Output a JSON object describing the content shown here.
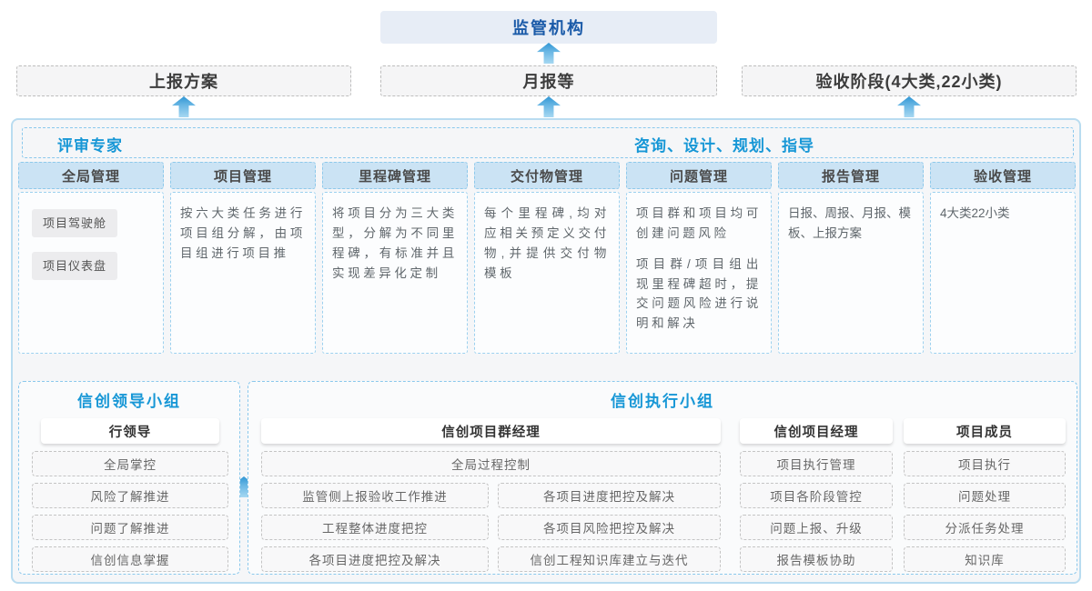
{
  "regulator": {
    "label": "监管机构"
  },
  "stage_boxes": [
    {
      "label": "上报方案"
    },
    {
      "label": "月报等"
    },
    {
      "label": "验收阶段(4大类,22小类)"
    }
  ],
  "panel": {
    "left_title": "评审专家",
    "right_title": "咨询、设计、规划、指导",
    "columns": [
      {
        "title": "全局管理",
        "pills": [
          "项目驾驶舱",
          "项目仪表盘"
        ]
      },
      {
        "title": "项目管理",
        "paragraphs": [
          "按六大类任务进行项目组分解，由项目组进行项目推"
        ]
      },
      {
        "title": "里程碑管理",
        "paragraphs": [
          "将项目分为三大类型，分解为不同里程碑，有标准并且实现差异化定制"
        ]
      },
      {
        "title": "交付物管理",
        "paragraphs": [
          "每个里程碑,均对应相关预定义交付物,并提供交付物模板"
        ]
      },
      {
        "title": "问题管理",
        "paragraphs": [
          "项目群和项目均可创建问题风险",
          "项目群/项目组出现里程碑超时，提交问题风险进行说明和解决"
        ]
      },
      {
        "title": "报告管理",
        "paragraphs": [
          "日报、周报、月报、模板、上报方案"
        ]
      },
      {
        "title": "验收管理",
        "paragraphs": [
          "4大类22小类"
        ]
      }
    ]
  },
  "bottom": {
    "lead_group": {
      "title": "信创领导小组",
      "role": "行领导",
      "items": [
        "全局掌控",
        "风险了解推进",
        "问题了解推进",
        "信创信息掌握"
      ]
    },
    "exec_group": {
      "title": "信创执行小组",
      "program_manager": {
        "role": "信创项目群经理",
        "full_item": "全局过程控制",
        "left_items": [
          "监管侧上报验收工作推进",
          "工程整体进度把控",
          "各项目进度把控及解决"
        ],
        "right_items": [
          "各项目进度把控及解决",
          "各项目风险把控及解决",
          "信创工程知识库建立与迭代"
        ]
      },
      "project_manager": {
        "role": "信创项目经理",
        "items": [
          "项目执行管理",
          "项目各阶段管控",
          "问题上报、升级",
          "报告模板协助"
        ]
      },
      "member": {
        "role": "项目成员",
        "items": [
          "项目执行",
          "问题处理",
          "分派任务处理",
          "知识库"
        ]
      }
    }
  },
  "colors": {
    "accent_blue": "#1797d6",
    "regulator_text": "#1a5aa8",
    "regulator_bg": "#e7edf6",
    "panel_border": "#b9dcf0",
    "column_header_bg": "#cbe3f4",
    "dashed_blue": "#8ac8ec",
    "arrow_blue": "#3f9fd8"
  }
}
